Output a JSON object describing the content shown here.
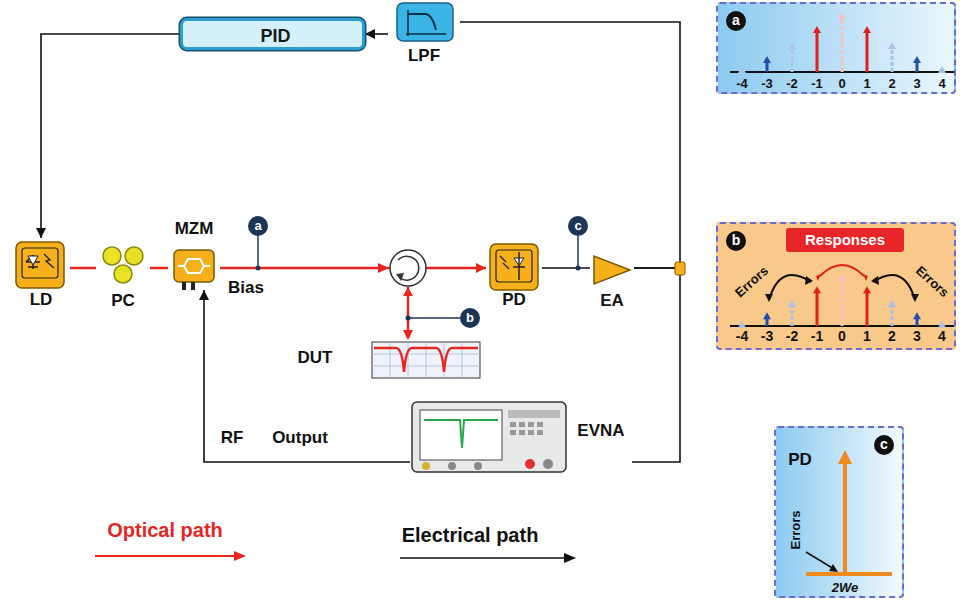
{
  "diagram": {
    "nodes": [
      {
        "text": [
          "PID"
        ]
      },
      {
        "text": [
          "LPF"
        ]
      },
      {
        "text": [
          "a"
        ]
      },
      {
        "text": [
          "LD"
        ]
      },
      {
        "text": [
          "PC"
        ]
      },
      {
        "text": [
          "MZM"
        ]
      },
      {
        "text": [
          "PD"
        ]
      },
      {
        "text": [
          "EA"
        ]
      },
      {
        "text": [
          "b"
        ]
      },
      {
        "text": [
          "Responses"
        ],
        "in": 8
      },
      {
        "text": [
          "DUT"
        ]
      },
      {
        "text": [
          "EVNA"
        ]
      },
      {
        "text": [
          "c"
        ]
      }
    ],
    "edges": [
      {
        "from": 3,
        "to": 4,
        "arrow": "none"
      },
      {
        "from": 4,
        "to": 5,
        "arrow": "none"
      },
      {
        "from": 5,
        "to": 6,
        "arrow": "to"
      },
      {
        "from": 6,
        "to": 7,
        "arrow": "none"
      },
      {
        "from": 7,
        "to": 1,
        "arrow": "none"
      },
      {
        "from": 7,
        "to": 11,
        "arrow": "none"
      },
      {
        "from": 11,
        "to": 5,
        "arrow": "to"
      },
      {
        "from": 1,
        "to": 0,
        "arrow": "to"
      },
      {
        "from": 0,
        "to": 3,
        "arrow": "to"
      }
    ],
    "labels": [
      "a",
      "Bias",
      "b",
      "c",
      "RF",
      "Output",
      "-4",
      "-3",
      "-2",
      "-1",
      "0",
      "1",
      "2",
      "3",
      "4",
      "-4",
      "-3",
      "-2",
      "-1",
      "0",
      "1",
      "2",
      "3",
      "4",
      "Errors",
      "Errors",
      "PD",
      "Errors",
      "2We"
    ],
    "legend": [
      {
        "text": "Optical path"
      },
      {
        "text": "Electrical path"
      }
    ]
  }
}
